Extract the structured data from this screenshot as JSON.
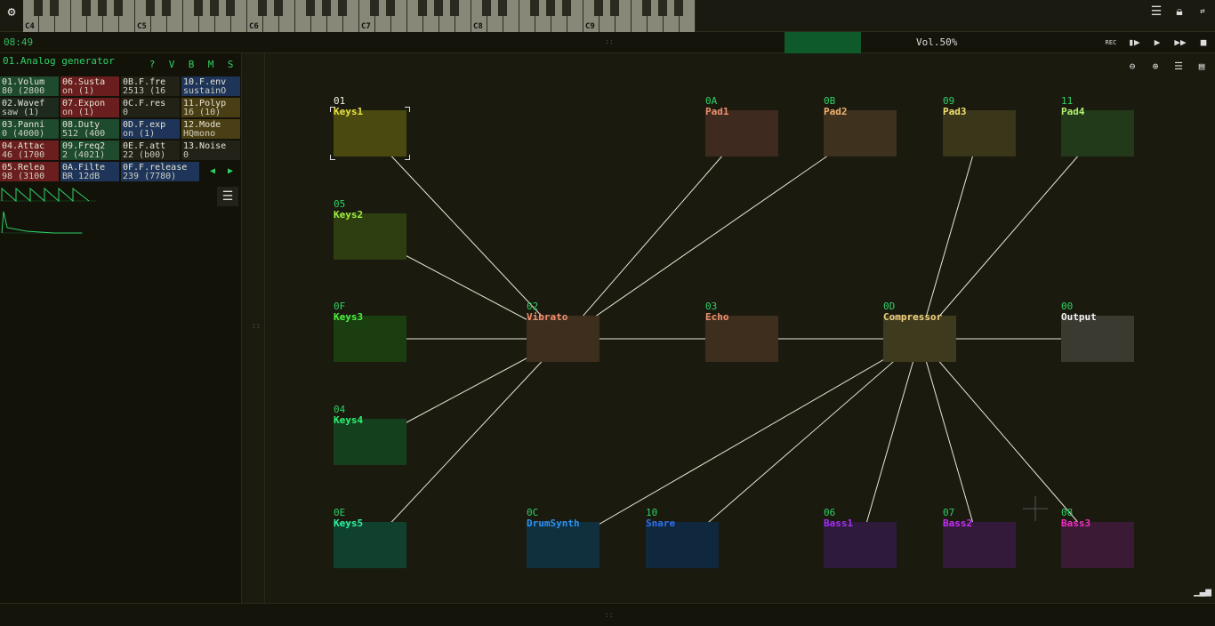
{
  "topbar": {
    "octaves": [
      "C4",
      "C5",
      "C6",
      "C7",
      "C8",
      "C9"
    ],
    "icons": {
      "logo": "sunvox-logo-icon",
      "menu": "hamburger-menu-icon",
      "lock": "lock-icon",
      "network": "network-icon"
    }
  },
  "status": {
    "time": "08:49",
    "volume": "Vol.50%",
    "transport": [
      "rec-icon",
      "play-pattern-icon",
      "play-icon",
      "play-from-start-icon",
      "stop-icon"
    ],
    "transport_glyphs": {
      "rec": "REC",
      "play_pattern": "▮▶",
      "play": "▶",
      "play_from_start": "▶▶",
      "stop": "■"
    }
  },
  "module_panel": {
    "title": "01.Analog generator",
    "header_buttons": [
      "?",
      "V",
      "B",
      "M",
      "S"
    ],
    "controls": [
      {
        "name": "01.Volum",
        "value": "80 (2800",
        "color": "green"
      },
      {
        "name": "06.Susta",
        "value": "on (1)",
        "color": "red"
      },
      {
        "name": "0B.F.fre",
        "value": "2513 (16",
        "color": "gray"
      },
      {
        "name": "10.F.env",
        "value": "sustainO",
        "color": "blue"
      },
      {
        "name": "02.Wavef",
        "value": "saw (1)",
        "color": "dark"
      },
      {
        "name": "07.Expon",
        "value": "on (1)",
        "color": "red"
      },
      {
        "name": "0C.F.res",
        "value": "0",
        "color": "gray"
      },
      {
        "name": "11.Polyp",
        "value": "16 (10)",
        "color": "yellow"
      },
      {
        "name": "03.Panni",
        "value": "0 (4000)",
        "color": "green"
      },
      {
        "name": "08.Duty",
        "value": "512 (400",
        "color": "green"
      },
      {
        "name": "0D.F.exp",
        "value": "on (1)",
        "color": "blue"
      },
      {
        "name": "12.Mode",
        "value": "HQmono",
        "color": "yellow"
      },
      {
        "name": "04.Attac",
        "value": "46 (1700",
        "color": "red"
      },
      {
        "name": "09.Freq2",
        "value": "2 (4021)",
        "color": "green"
      },
      {
        "name": "0E.F.att",
        "value": "22 (b00)",
        "color": "gray"
      },
      {
        "name": "13.Noise",
        "value": "0",
        "color": "gray"
      },
      {
        "name": "05.Relea",
        "value": "98 (3100",
        "color": "red"
      },
      {
        "name": "0A.Filte",
        "value": "BR 12dB",
        "color": "blue"
      },
      {
        "name": "0F.F.release",
        "value": "239 (7780)",
        "color": "blue"
      }
    ],
    "nav": {
      "prev": "◀",
      "next": "▶"
    },
    "menu_glyph": "☰"
  },
  "modules": [
    {
      "id": "01",
      "name": "Keys1",
      "num_color": "#f0f0e0",
      "name_color": "#e8e040",
      "box": "#4a4a10",
      "selected": true
    },
    {
      "id": "05",
      "name": "Keys2",
      "num_color": "#2fd066",
      "name_color": "#9cf040",
      "box": "#2e3e10"
    },
    {
      "id": "0F",
      "name": "Keys3",
      "num_color": "#2fd066",
      "name_color": "#4cf040",
      "box": "#1a3e10"
    },
    {
      "id": "04",
      "name": "Keys4",
      "num_color": "#2fd066",
      "name_color": "#30f070",
      "box": "#14401e"
    },
    {
      "id": "0E",
      "name": "Keys5",
      "num_color": "#2fd066",
      "name_color": "#30f0a0",
      "box": "#10402e"
    },
    {
      "id": "02",
      "name": "Vibrato",
      "num_color": "#2fd066",
      "name_color": "#f09070",
      "box": "#3e2e1e"
    },
    {
      "id": "03",
      "name": "Echo",
      "num_color": "#2fd066",
      "name_color": "#f09070",
      "box": "#3e2e1e"
    },
    {
      "id": "0D",
      "name": "Compressor",
      "num_color": "#2fd066",
      "name_color": "#f0d080",
      "box": "#3e3a1e"
    },
    {
      "id": "00",
      "name": "Output",
      "num_color": "#2fd066",
      "name_color": "#f0f0f0",
      "box": "#3a3a30"
    },
    {
      "id": "0A",
      "name": "Pad1",
      "num_color": "#2fd066",
      "name_color": "#f09070",
      "box": "#3e2a1e"
    },
    {
      "id": "0B",
      "name": "Pad2",
      "num_color": "#2fd066",
      "name_color": "#f0b070",
      "box": "#3e321e"
    },
    {
      "id": "09",
      "name": "Pad3",
      "num_color": "#2fd066",
      "name_color": "#f0e070",
      "box": "#3a361a"
    },
    {
      "id": "11",
      "name": "Pad4",
      "num_color": "#2fd066",
      "name_color": "#b0f070",
      "box": "#223a1a"
    },
    {
      "id": "0C",
      "name": "DrumSynth",
      "num_color": "#2fd066",
      "name_color": "#3090f0",
      "box": "#10303e"
    },
    {
      "id": "10",
      "name": "Snare",
      "num_color": "#2fd066",
      "name_color": "#3070f0",
      "box": "#10283e"
    },
    {
      "id": "06",
      "name": "Bass1",
      "num_color": "#2fd066",
      "name_color": "#a030f0",
      "box": "#2e1a3a"
    },
    {
      "id": "07",
      "name": "Bass2",
      "num_color": "#2fd066",
      "name_color": "#c030f0",
      "box": "#341a3a"
    },
    {
      "id": "08",
      "name": "Bass3",
      "num_color": "#2fd066",
      "name_color": "#f030c0",
      "box": "#3a1a34"
    }
  ],
  "links": [
    [
      "01",
      "02"
    ],
    [
      "05",
      "02"
    ],
    [
      "0F",
      "02"
    ],
    [
      "04",
      "02"
    ],
    [
      "0E",
      "02"
    ],
    [
      "02",
      "0A"
    ],
    [
      "02",
      "0B"
    ],
    [
      "02",
      "03"
    ],
    [
      "03",
      "0D"
    ],
    [
      "0D",
      "00"
    ],
    [
      "0D",
      "09"
    ],
    [
      "0D",
      "11"
    ],
    [
      "0D",
      "0C"
    ],
    [
      "0D",
      "10"
    ],
    [
      "0D",
      "06"
    ],
    [
      "0D",
      "07"
    ],
    [
      "0D",
      "08"
    ]
  ],
  "workspace_buttons": [
    "zoom-out-icon",
    "zoom-in-icon",
    "list-icon",
    "layout-icon"
  ],
  "workspace_glyphs": {
    "zoom_out": "⊖",
    "zoom_in": "⊕",
    "list": "☰",
    "layout": "▤"
  },
  "scope_glyph": "▁▃▅"
}
